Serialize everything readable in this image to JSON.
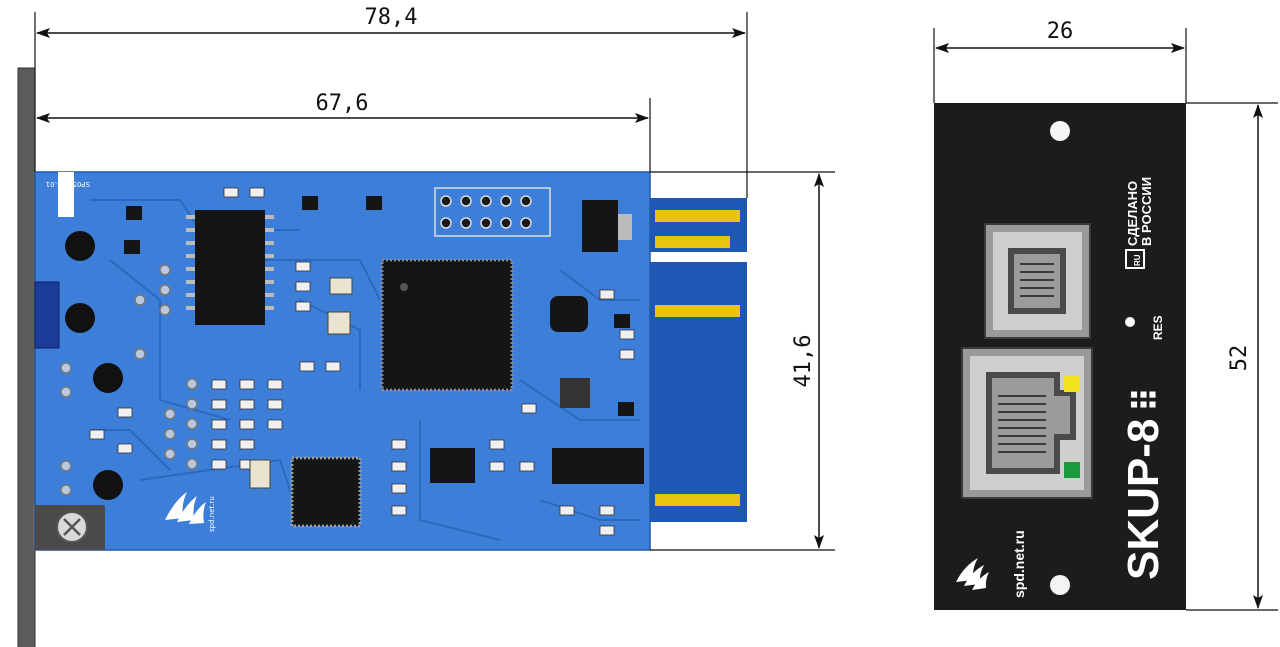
{
  "dimensions": {
    "total_length": "78,4",
    "board_length": "67,6",
    "board_height": "41,6",
    "panel_width": "26",
    "panel_height": "52"
  },
  "board": {
    "code": "SP05.044.01",
    "silkscreen_url": "spd.net.ru",
    "pcb_color": "#3d7fd8",
    "connector_color": "#1e58b4",
    "contact_color": "#e8c410"
  },
  "panel": {
    "model": "SKUP-8",
    "model_dots": "⠿",
    "made_in_line1": "СДЕЛАНО",
    "made_in_line2": "В РОССИИ",
    "made_in_badge": "RU",
    "reset_label": "RES",
    "brand_url": "spd.net.ru",
    "panel_color": "#1c1c1c",
    "led_yellow": "#f2e21a",
    "led_green": "#1a9a3a"
  }
}
